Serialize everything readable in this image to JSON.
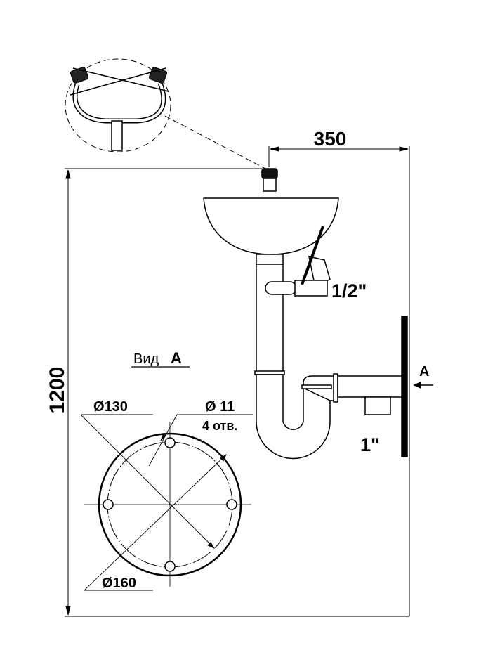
{
  "dimensions": {
    "height": "1200",
    "width": "350",
    "inlet_size": "1/2\"",
    "drain_size": "1\""
  },
  "view": {
    "label_prefix": "Вид",
    "label_letter": "A",
    "section_marker": "A"
  },
  "flange": {
    "bolt_circle": "Ø130",
    "outer_diameter": "Ø160",
    "hole_diameter": "Ø 11",
    "hole_count": "4 отв."
  }
}
